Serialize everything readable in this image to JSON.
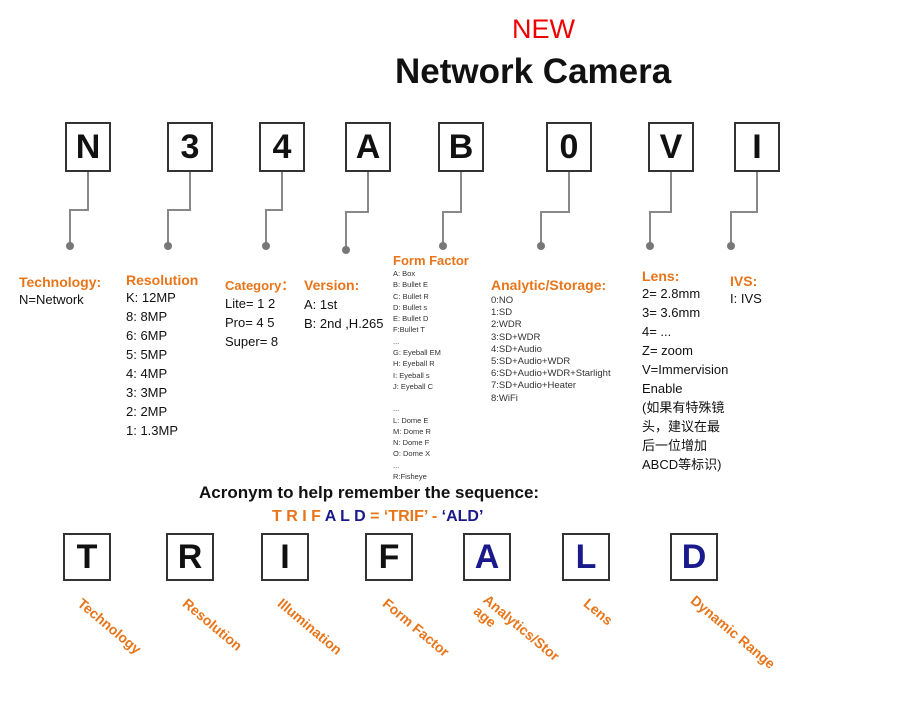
{
  "new_label": "NEW",
  "title": "Network Camera",
  "code_letters": [
    "N",
    "3",
    "4",
    "A",
    "B",
    "0",
    "V",
    "I"
  ],
  "sections": {
    "technology": {
      "heading": "Technology:",
      "items": [
        "N=Network"
      ]
    },
    "resolution": {
      "heading": "Resolution",
      "items": [
        "K: 12MP",
        "8: 8MP",
        "6: 6MP",
        "5: 5MP",
        "4: 4MP",
        "3: 3MP",
        "2: 2MP",
        "1: 1.3MP"
      ]
    },
    "category": {
      "heading": "Category：",
      "items": [
        "Lite= 1 2",
        "Pro= 4 5",
        "Super= 8"
      ]
    },
    "version": {
      "heading": "Version:",
      "items": [
        "A: 1st",
        "B: 2nd ,H.265"
      ]
    },
    "form_factor": {
      "heading": "Form Factor",
      "items": [
        "A: Box",
        "B: Bullet E",
        "C: Bullet R",
        "D: Bullet s",
        "E: Bullet  D",
        "F:Bullet  T",
        "...",
        "G: Eyeball EM",
        "H: Eyeball R",
        "I:  Eyeball s",
        "J: Eyeball C",
        "",
        "...",
        "L: Dome E",
        "M: Dome R",
        "N: Dome F",
        "O: Dome X",
        "...",
        "R:Fisheye"
      ]
    },
    "analytic": {
      "heading": "Analytic/Storage:",
      "items": [
        "0:NO",
        "1:SD",
        "2:WDR",
        "3:SD+WDR",
        "4:SD+Audio",
        "5:SD+Audio+WDR",
        "6:SD+Audio+WDR+Starlight",
        "7:SD+Audio+Heater",
        "8:WiFi"
      ]
    },
    "lens": {
      "heading": "Lens:",
      "items": [
        "2= 2.8mm",
        "3= 3.6mm",
        "4= ...",
        "Z= zoom",
        "V=Immervision",
        "Enable",
        "(如果有特殊镜",
        "头，建议在最",
        "后一位增加",
        "ABCD等标识)"
      ]
    },
    "ivs": {
      "heading": "IVS:",
      "items": [
        "I: IVS"
      ]
    }
  },
  "acronym": {
    "heading": "Acronym to help remember the sequence:",
    "orange_part": "T R I F ",
    "blue_part": "A L D",
    "equals": " = ‘TRIF’ - ",
    "blue_quote": "‘ALD’"
  },
  "acronym_letters": [
    "T",
    "R",
    "I",
    "F",
    "A",
    "L",
    "D"
  ],
  "acronym_words": [
    "Technology",
    "Resolution",
    "Illumination",
    "Form Factor",
    "Analytics/Stor age",
    "Lens",
    "Dynamic Range"
  ],
  "colors": {
    "orange": "#e8751a",
    "blue": "#1a1a8c",
    "red": "#e00000"
  }
}
